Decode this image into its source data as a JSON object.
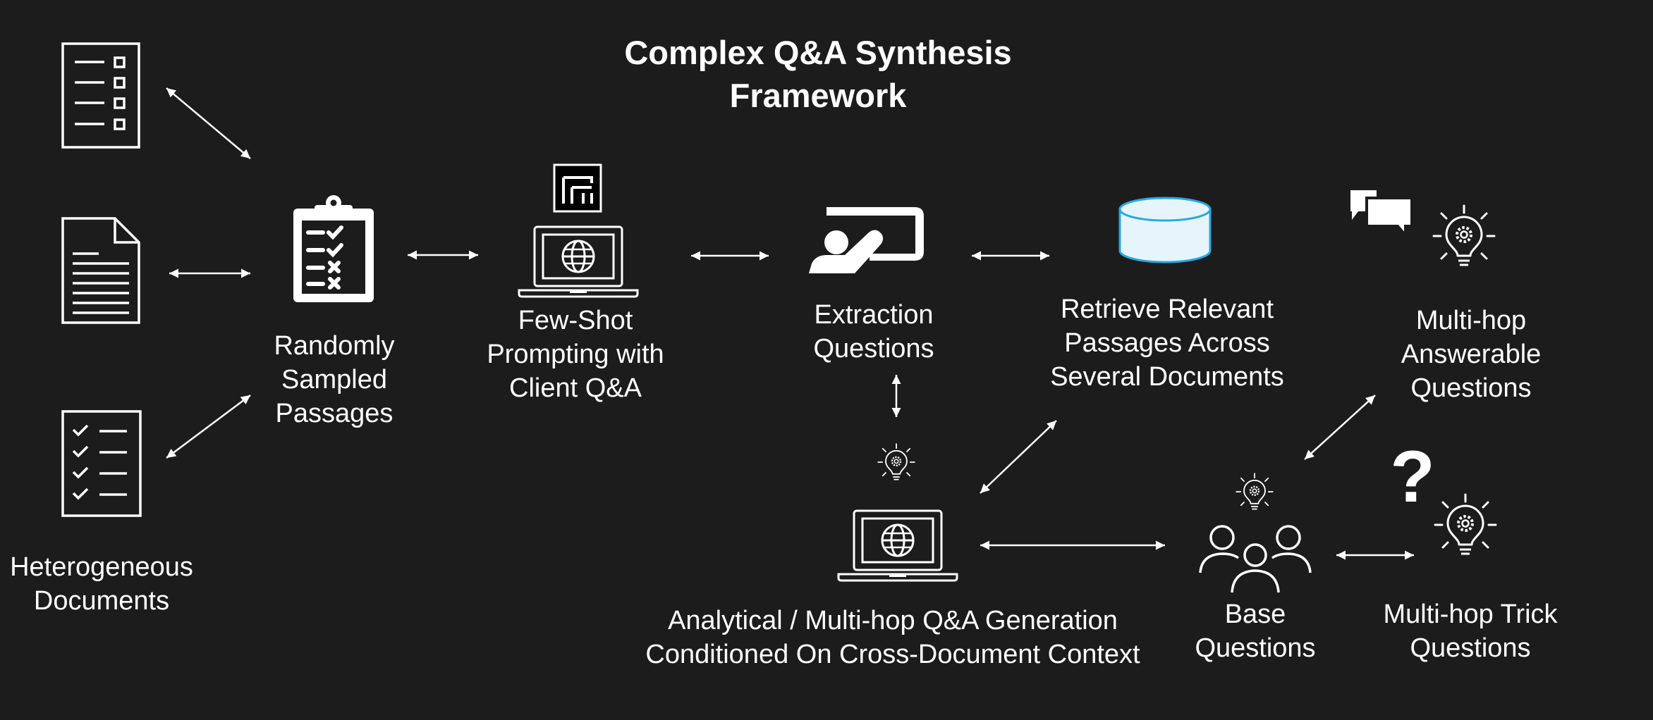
{
  "title_line1": "Complex Q&A Synthesis",
  "title_line2": "Framework",
  "nodes": {
    "heterogeneous_documents": {
      "line1": "Heterogeneous",
      "line2": "Documents",
      "icons": [
        "checklist-document-icon",
        "text-document-icon",
        "checkmark-list-document-icon"
      ]
    },
    "randomly_sampled_passages": {
      "line1": "Randomly",
      "line2": "Sampled",
      "line3": "Passages",
      "icon": "clipboard-checklist-icon"
    },
    "few_shot_prompting": {
      "line1": "Few-Shot",
      "line2": "Prompting with",
      "line3": "Client Q&A",
      "icons": [
        "laptop-globe-icon",
        "app-logo-icon"
      ]
    },
    "extraction_questions": {
      "line1": "Extraction",
      "line2": "Questions",
      "icon": "presenter-board-icon"
    },
    "retrieve_passages": {
      "line1": "Retrieve Relevant",
      "line2": "Passages Across",
      "line3": "Several Documents",
      "icon": "database-icon"
    },
    "multi_hop_answerable": {
      "line1": "Multi-hop",
      "line2": "Answerable",
      "line3": "Questions",
      "icons": [
        "chat-bubbles-icon",
        "lightbulb-gear-icon"
      ]
    },
    "analytical_generation": {
      "line1": "Analytical / Multi-hop Q&A Generation",
      "line2": "Conditioned On Cross-Document Context",
      "icons": [
        "laptop-globe-icon",
        "lightbulb-gear-icon"
      ]
    },
    "base_questions": {
      "line1": "Base",
      "line2": "Questions",
      "icons": [
        "people-group-icon",
        "lightbulb-gear-icon"
      ]
    },
    "multi_hop_trick": {
      "line1": "Multi-hop Trick",
      "line2": "Questions",
      "icons": [
        "question-mark-icon",
        "lightbulb-gear-icon"
      ]
    }
  },
  "colors": {
    "background": "#1c1c1c",
    "foreground": "#ffffff",
    "database_fill": "#e6f4fb",
    "database_stroke": "#29a8e0"
  }
}
